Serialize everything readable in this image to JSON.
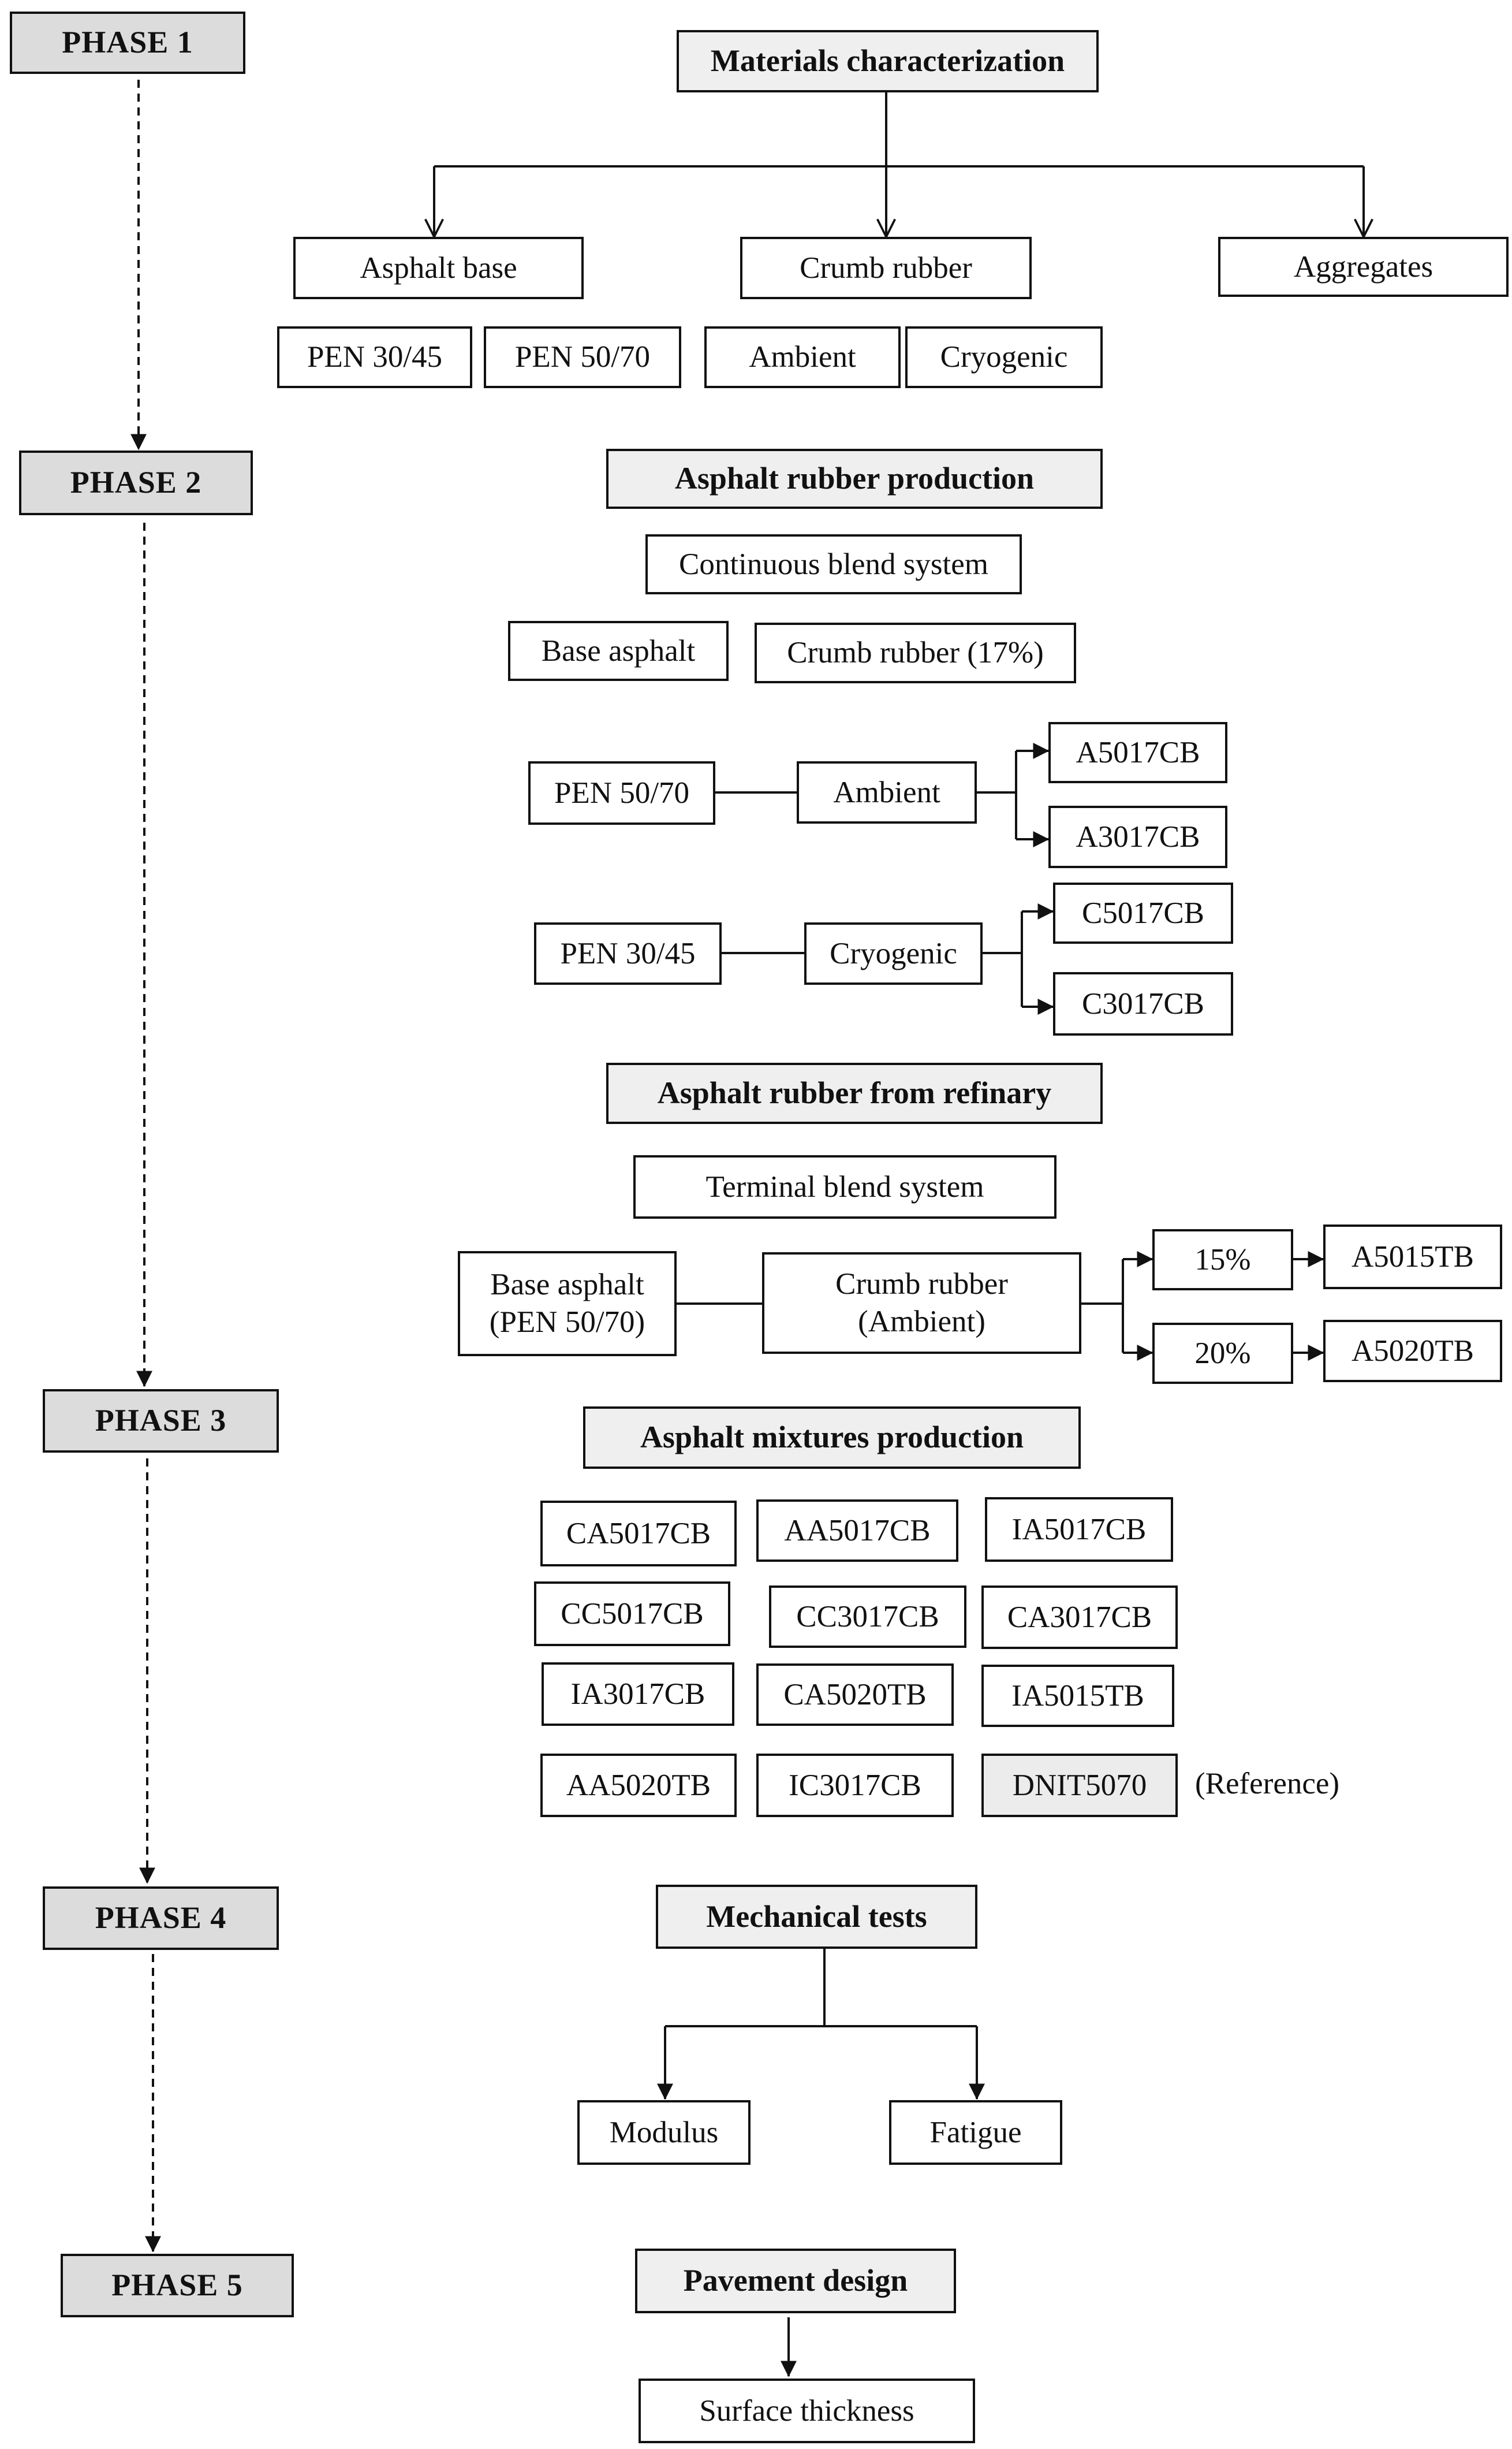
{
  "phases": [
    "PHASE 1",
    "PHASE 2",
    "PHASE 3",
    "PHASE 4",
    "PHASE 5"
  ],
  "phase1": {
    "title": "Materials characterization",
    "branches": [
      "Asphalt base",
      "Crumb rubber",
      "Aggregates"
    ],
    "asphalt_types": [
      "PEN 30/45",
      "PEN 50/70"
    ],
    "rubber_types": [
      "Ambient",
      "Cryogenic"
    ]
  },
  "phase2": {
    "title": "Asphalt rubber production",
    "system": "Continuous blend system",
    "inputs": [
      "Base asphalt",
      "Crumb rubber (17%)"
    ],
    "ambient_chain": {
      "binder": "PEN 50/70",
      "rubber": "Ambient",
      "outputs": [
        "A5017CB",
        "A3017CB"
      ]
    },
    "cryogenic_chain": {
      "binder": "PEN 30/45",
      "rubber": "Cryogenic",
      "outputs": [
        "C5017CB",
        "C3017CB"
      ]
    },
    "refinery_title": "Asphalt rubber from refinary",
    "terminal_system": "Terminal blend system",
    "terminal_base": [
      "Base asphalt",
      "(PEN 50/70)"
    ],
    "terminal_rubber": [
      "Crumb rubber",
      "(Ambient)"
    ],
    "percentages": [
      "15%",
      "20%"
    ],
    "terminal_outputs": [
      "A5015TB",
      "A5020TB"
    ]
  },
  "phase3": {
    "title": "Asphalt mixtures production",
    "mixtures": [
      [
        "CA5017CB",
        "AA5017CB",
        "IA5017CB"
      ],
      [
        "CC5017CB",
        "CC3017CB",
        "CA3017CB"
      ],
      [
        "IA3017CB",
        "CA5020TB",
        "IA5015TB"
      ],
      [
        "AA5020TB",
        "IC3017CB",
        "DNIT5070"
      ]
    ],
    "reference_note": "(Reference)"
  },
  "phase4": {
    "title": "Mechanical tests",
    "tests": [
      "Modulus",
      "Fatigue"
    ]
  },
  "phase5": {
    "title": "Pavement design",
    "result": "Surface thickness"
  }
}
